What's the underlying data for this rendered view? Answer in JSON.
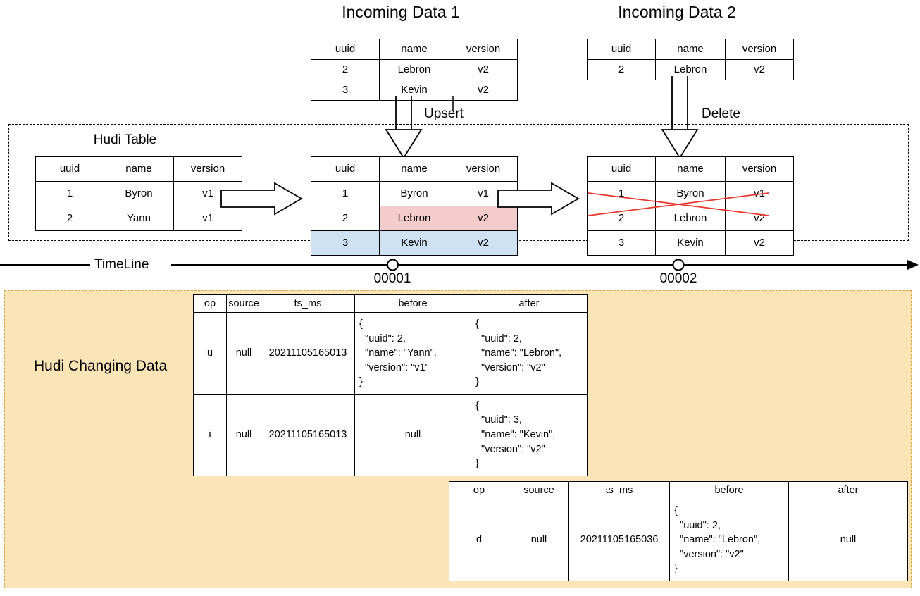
{
  "incoming": [
    {
      "title": "Incoming Data 1",
      "operation_label": "Upsert",
      "columns": [
        "uuid",
        "name",
        "version"
      ],
      "rows": [
        [
          "2",
          "Lebron",
          "v2"
        ],
        [
          "3",
          "Kevin",
          "v2"
        ]
      ]
    },
    {
      "title": "Incoming Data 2",
      "operation_label": "Delete",
      "columns": [
        "uuid",
        "name",
        "version"
      ],
      "rows": [
        [
          "2",
          "Lebron",
          "v2"
        ]
      ]
    }
  ],
  "hudi_table": {
    "title": "Hudi Table",
    "columns": [
      "uuid",
      "name",
      "version"
    ],
    "initial_rows": [
      [
        "1",
        "Byron",
        "v1"
      ],
      [
        "2",
        "Yann",
        "v1"
      ]
    ],
    "after_upsert_rows": [
      [
        "1",
        "Byron",
        "v1"
      ],
      [
        "2",
        "Lebron",
        "v2"
      ],
      [
        "3",
        "Kevin",
        "v2"
      ]
    ],
    "after_delete_rows": [
      [
        "1",
        "Byron",
        "v1"
      ],
      [
        "2",
        "Lebron",
        "v2"
      ],
      [
        "3",
        "Kevin",
        "v2"
      ]
    ],
    "highlight_updated_color": "#f4cccc",
    "highlight_inserted_color": "#cfe2f3",
    "deleted_marker_color": "#e8362c"
  },
  "timeline": {
    "label": "TimeLine",
    "ticks": [
      "00001",
      "00002"
    ]
  },
  "changing_data": {
    "label": "Hudi Changing Data",
    "background_color": "#fbe5b6",
    "border_color": "#d9a441",
    "columns": [
      "op",
      "source",
      "ts_ms",
      "before",
      "after"
    ],
    "commit1_rows": [
      {
        "op": "u",
        "source": "null",
        "ts_ms": "20211105165013",
        "before": "{\n  \"uuid\": 2,\n  \"name\": \"Yann\",\n  \"version\": \"v1\"\n}",
        "after": "{\n  \"uuid\": 2,\n  \"name\": \"Lebron\",\n  \"version\": \"v2\"\n}"
      },
      {
        "op": "i",
        "source": "null",
        "ts_ms": "20211105165013",
        "before": "null",
        "after": "{\n  \"uuid\": 3,\n  \"name\": \"Kevin\",\n  \"version\": \"v2\"\n}"
      }
    ],
    "commit2_rows": [
      {
        "op": "d",
        "source": "null",
        "ts_ms": "20211105165036",
        "before": "{\n  \"uuid\": 2,\n  \"name\": \"Lebron\",\n  \"version\": \"v2\"\n}",
        "after": "null"
      }
    ]
  }
}
